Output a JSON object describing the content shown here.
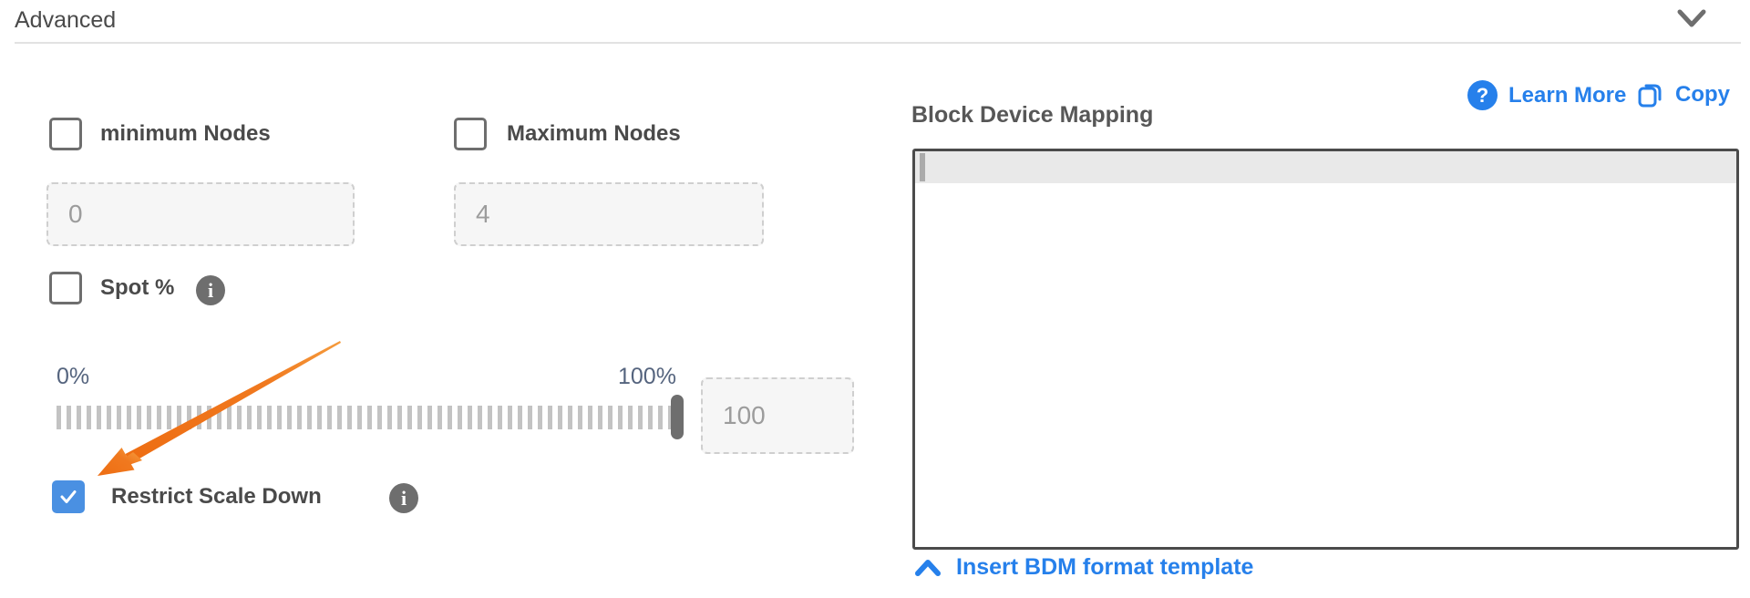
{
  "header": {
    "title": "Advanced",
    "collapse_icon": "chevron-down-icon"
  },
  "left_panel": {
    "min_nodes": {
      "label": "minimum Nodes",
      "checked": false,
      "placeholder": "0"
    },
    "max_nodes": {
      "label": "Maximum Nodes",
      "checked": false,
      "placeholder": "4"
    },
    "spot": {
      "label": "Spot %",
      "checked": false,
      "info_icon": "info-icon"
    },
    "slider": {
      "min_label": "0%",
      "max_label": "100%",
      "value_percent": 100,
      "placeholder": "100"
    },
    "restrict_scale_down": {
      "label": "Restrict Scale Down",
      "checked": true,
      "info_icon": "info-icon"
    },
    "annotation": {
      "type": "arrow",
      "color": "#f0791f",
      "points_to": "restrict-scale-down-checkbox"
    }
  },
  "right_panel": {
    "title": "Block Device Mapping",
    "learn_more_label": "Learn More",
    "copy_label": "Copy",
    "editor_value": "",
    "insert_link_label": "Insert BDM format template"
  },
  "colors": {
    "link_blue": "#2680eb",
    "checkbox_checked_blue": "#4a90e2",
    "annotation_orange": "#f0791f",
    "text_dark": "#4a4a4a",
    "slider_label": "#55647e"
  }
}
